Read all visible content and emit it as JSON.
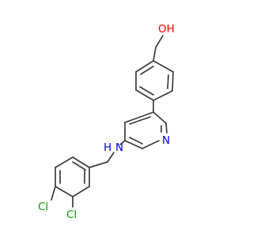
{
  "molecule": {
    "atoms": {
      "hydroxyl": {
        "text": "OH",
        "color": "#ff0000"
      },
      "ring_nitrogen": {
        "text": "N",
        "color": "#0000ff"
      },
      "amine": {
        "text": "N",
        "color": "#0000ff",
        "h_text": "H",
        "h_color": "#0000ff"
      },
      "chlorine_4": {
        "text": "Cl",
        "color": "#00a000"
      },
      "chlorine_3": {
        "text": "Cl",
        "color": "#00a000"
      }
    },
    "bond_color": "#3c3c3c"
  }
}
